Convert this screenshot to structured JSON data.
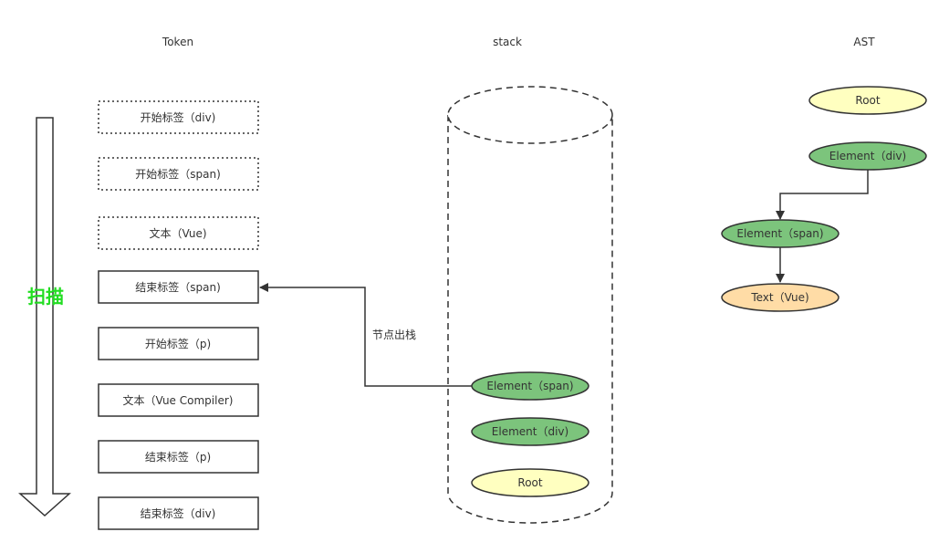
{
  "columns": {
    "token": "Token",
    "stack": "stack",
    "ast": "AST"
  },
  "scan_label": "扫描",
  "scan_color": "#22dd22",
  "tokens": [
    {
      "label": "开始标签（div)",
      "style": "dotted"
    },
    {
      "label": "开始标签（span)",
      "style": "dotted"
    },
    {
      "label": "文本（Vue)",
      "style": "dotted"
    },
    {
      "label": "结束标签（span)",
      "style": "solid"
    },
    {
      "label": "开始标签（p)",
      "style": "solid"
    },
    {
      "label": "文本（Vue Compiler)",
      "style": "solid"
    },
    {
      "label": "结束标签（p)",
      "style": "solid"
    },
    {
      "label": "结束标签（div)",
      "style": "solid"
    }
  ],
  "stack": {
    "nodes": [
      {
        "label": "Element（span)",
        "kind": "element"
      },
      {
        "label": "Element（div)",
        "kind": "element"
      },
      {
        "label": "Root",
        "kind": "root"
      }
    ],
    "pop_label": "节点出栈"
  },
  "ast": {
    "nodes": [
      {
        "label": "Root",
        "kind": "root"
      },
      {
        "label": "Element（div)",
        "kind": "element"
      },
      {
        "label": "Element（span)",
        "kind": "element"
      },
      {
        "label": "Text（Vue)",
        "kind": "text"
      }
    ]
  },
  "colors": {
    "element_fill": "#7cc47c",
    "root_fill": "#ffffc0",
    "text_fill": "#ffdca6",
    "stroke": "#333333"
  }
}
